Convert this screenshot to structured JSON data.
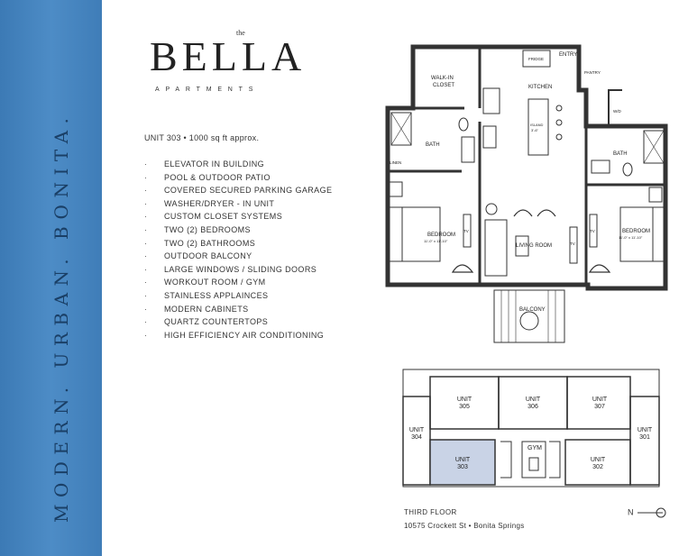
{
  "band": {
    "tagline": "MODERN. URBAN. BONITA."
  },
  "logo": {
    "the": "the",
    "name": "BELLA",
    "sub": "APARTMENTS"
  },
  "unit_line": "UNIT 303 •  1000 sq ft approx.",
  "features": [
    "ELEVATOR IN BUILDING",
    "POOL & OUTDOOR PATIO",
    "COVERED SECURED PARKING GARAGE",
    "WASHER/DRYER - IN UNIT",
    "CUSTOM CLOSET SYSTEMS",
    "TWO (2) BEDROOMS",
    "TWO (2) BATHROOMS",
    "OUTDOOR BALCONY",
    "LARGE WINDOWS / SLIDING DOORS",
    "WORKOUT ROOM / GYM",
    "STAINLESS APPLAINCES",
    "MODERN CABINETS",
    "QUARTZ COUNTERTOPS",
    "HIGH EFFICIENCY AIR CONDITIONING"
  ],
  "bullet": "·",
  "plan": {
    "walk_in": "WALK-IN",
    "closet": "CLOSET",
    "fridge": "FRIDGE",
    "entry": "ENTRY",
    "pantry": "PANTRY",
    "kitchen": "KITCHEN",
    "island": "ISLAND",
    "island_dim": "3'-6\"",
    "bath": "BATH",
    "linen": "LINEN",
    "wd": "W/D",
    "bedroom": "BEDROOM",
    "bedroom_dim": "11'-0\" x 11'-10\"",
    "living_room": "LIVING ROOM",
    "tv": "TV",
    "balcony": "BALCONY"
  },
  "floor": {
    "unit_word": "UNIT",
    "units": [
      "305",
      "306",
      "307",
      "304",
      "303",
      "302",
      "301"
    ],
    "gym": "GYM",
    "label": "THIRD FLOOR",
    "address": "10575 Crockett St • Bonita Springs",
    "north": "N"
  },
  "colors": {
    "band": "#4d8cc6",
    "band_text": "#1a3f66",
    "highlight": "#c9d3e6"
  }
}
